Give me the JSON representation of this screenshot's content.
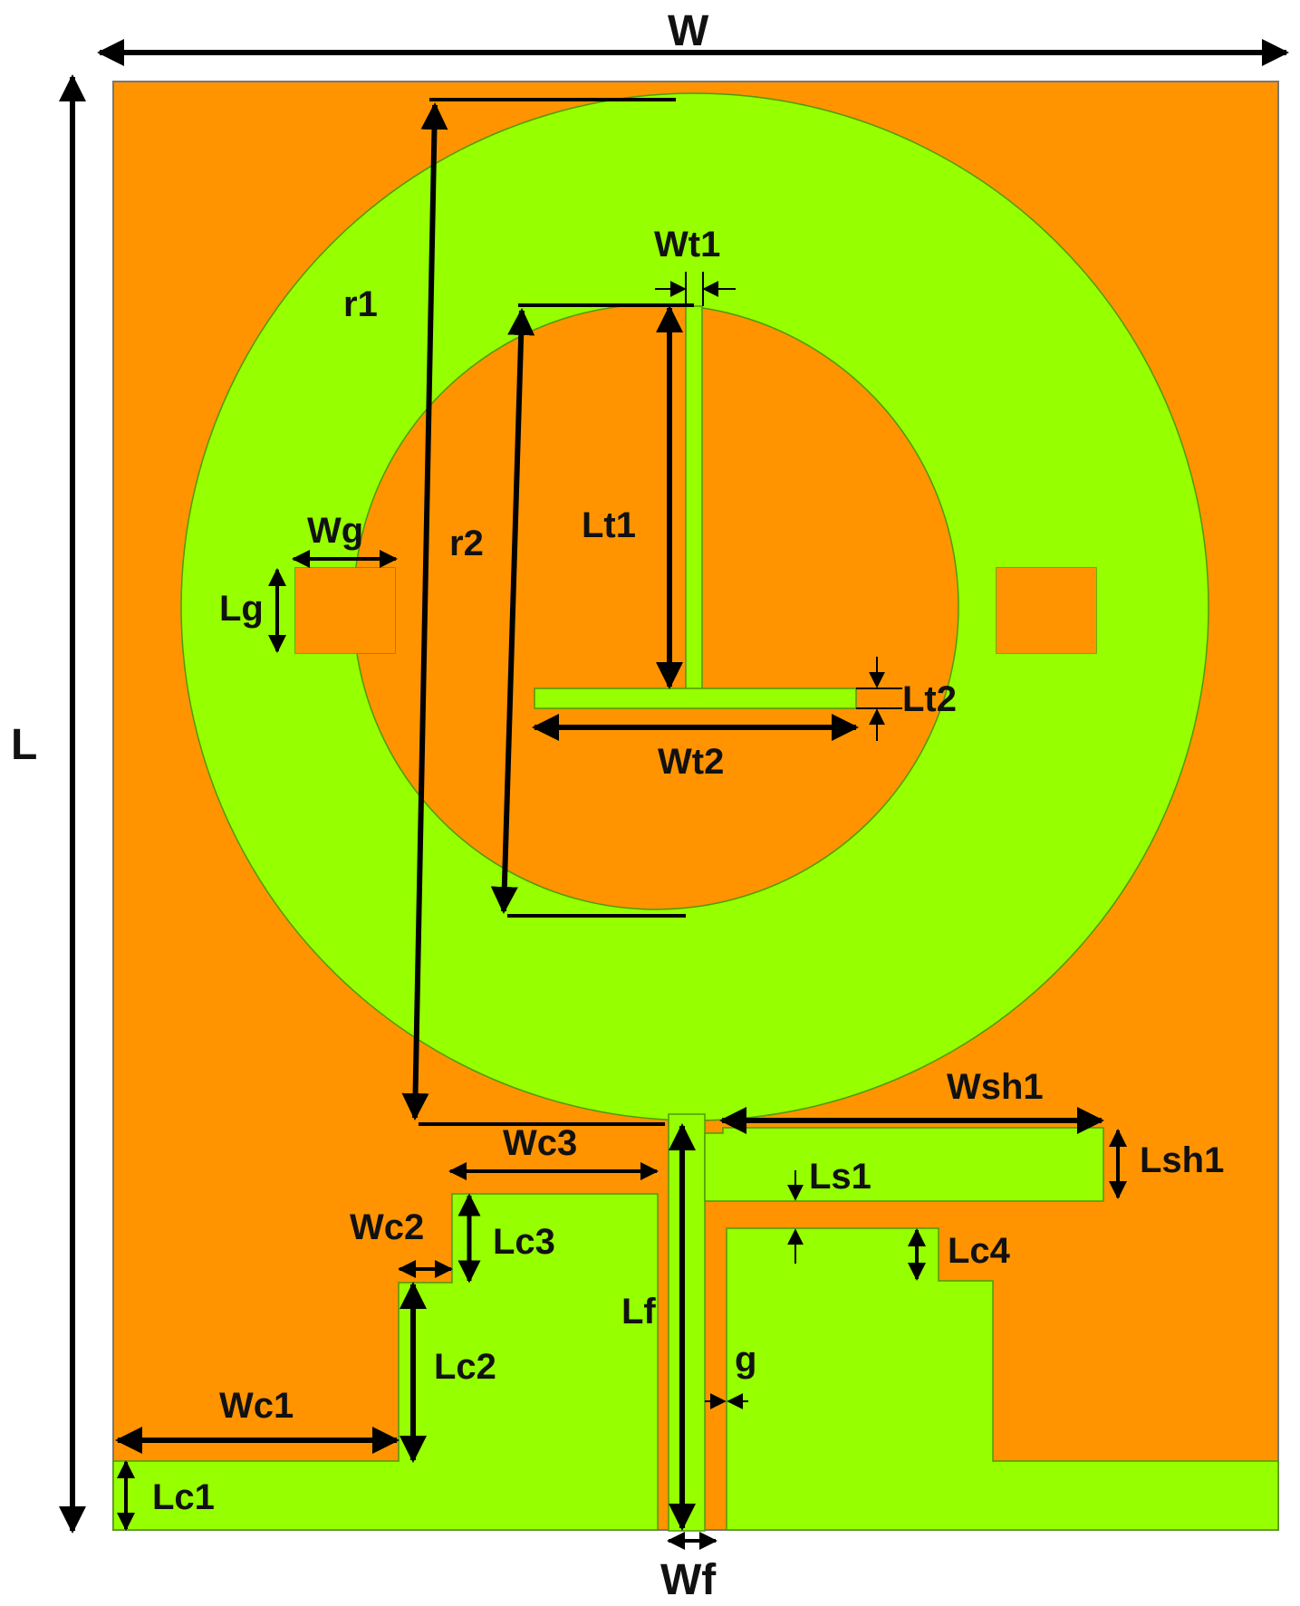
{
  "colors": {
    "background": "#ffffff",
    "substrate": "#ff9400",
    "copper": "#96ff00",
    "outline": "#4e9a08",
    "annotation": "#000000"
  },
  "labels": {
    "W": "W",
    "L": "L",
    "r1": "r1",
    "r2": "r2",
    "Wt1": "Wt1",
    "Lt1": "Lt1",
    "Wg": "Wg",
    "Lg": "Lg",
    "Lt2": "Lt2",
    "Wt2": "Wt2",
    "Wsh1": "Wsh1",
    "Wc3": "Wc3",
    "Lsh1": "Lsh1",
    "Ls1": "Ls1",
    "Wc2": "Wc2",
    "Lc3": "Lc3",
    "Lc4": "Lc4",
    "Lf": "Lf",
    "Lc2": "Lc2",
    "g": "g",
    "Wc1": "Wc1",
    "Lc1": "Lc1",
    "Wf": "Wf"
  }
}
